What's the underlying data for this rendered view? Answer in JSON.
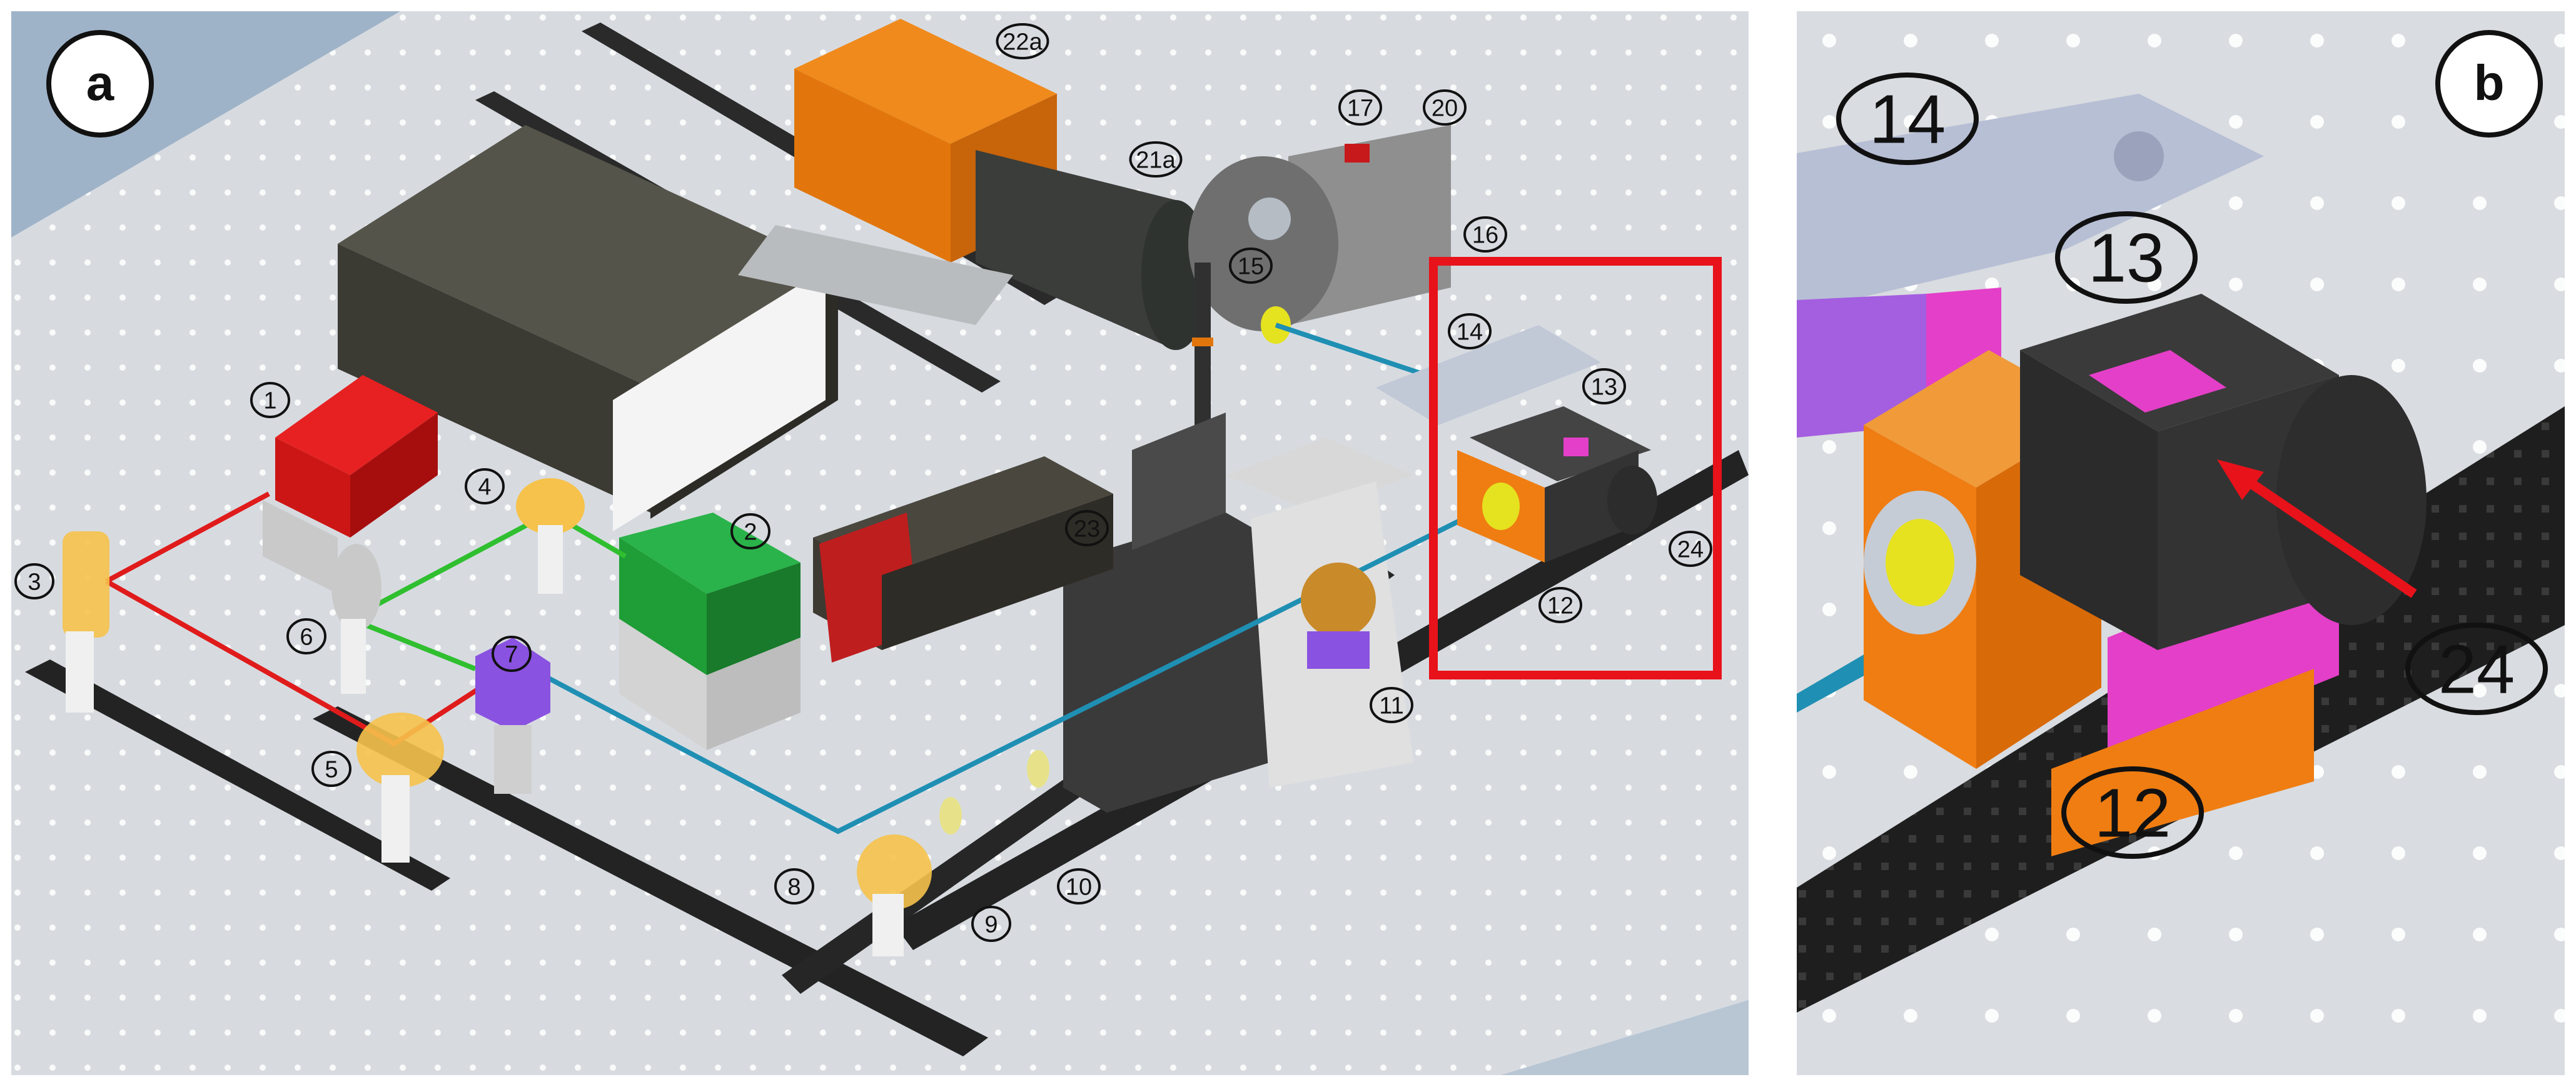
{
  "colors": {
    "laser_red": "#e01b1b",
    "laser_green": "#2fbf2f",
    "laser_green_box": "#1f9d36",
    "beam_blue": "#1f8fb3",
    "cube_purple": "#8a52e0",
    "orange_mount": "#ef7d12",
    "yellow_optic": "#f6c24b",
    "highlight_box": "#e8121a",
    "arrow": "#e8121a",
    "table_top": "#d9dde2",
    "dark_body": "#3b3a33"
  },
  "panel_a": {
    "badge": "a",
    "callouts": [
      "1",
      "2",
      "3",
      "4",
      "5",
      "6",
      "7",
      "8",
      "9",
      "10",
      "11",
      "12",
      "13",
      "14",
      "15",
      "16",
      "17",
      "20",
      "21a",
      "22a",
      "23",
      "24"
    ]
  },
  "panel_b": {
    "badge": "b",
    "callouts": [
      "14",
      "13",
      "24",
      "12"
    ]
  }
}
